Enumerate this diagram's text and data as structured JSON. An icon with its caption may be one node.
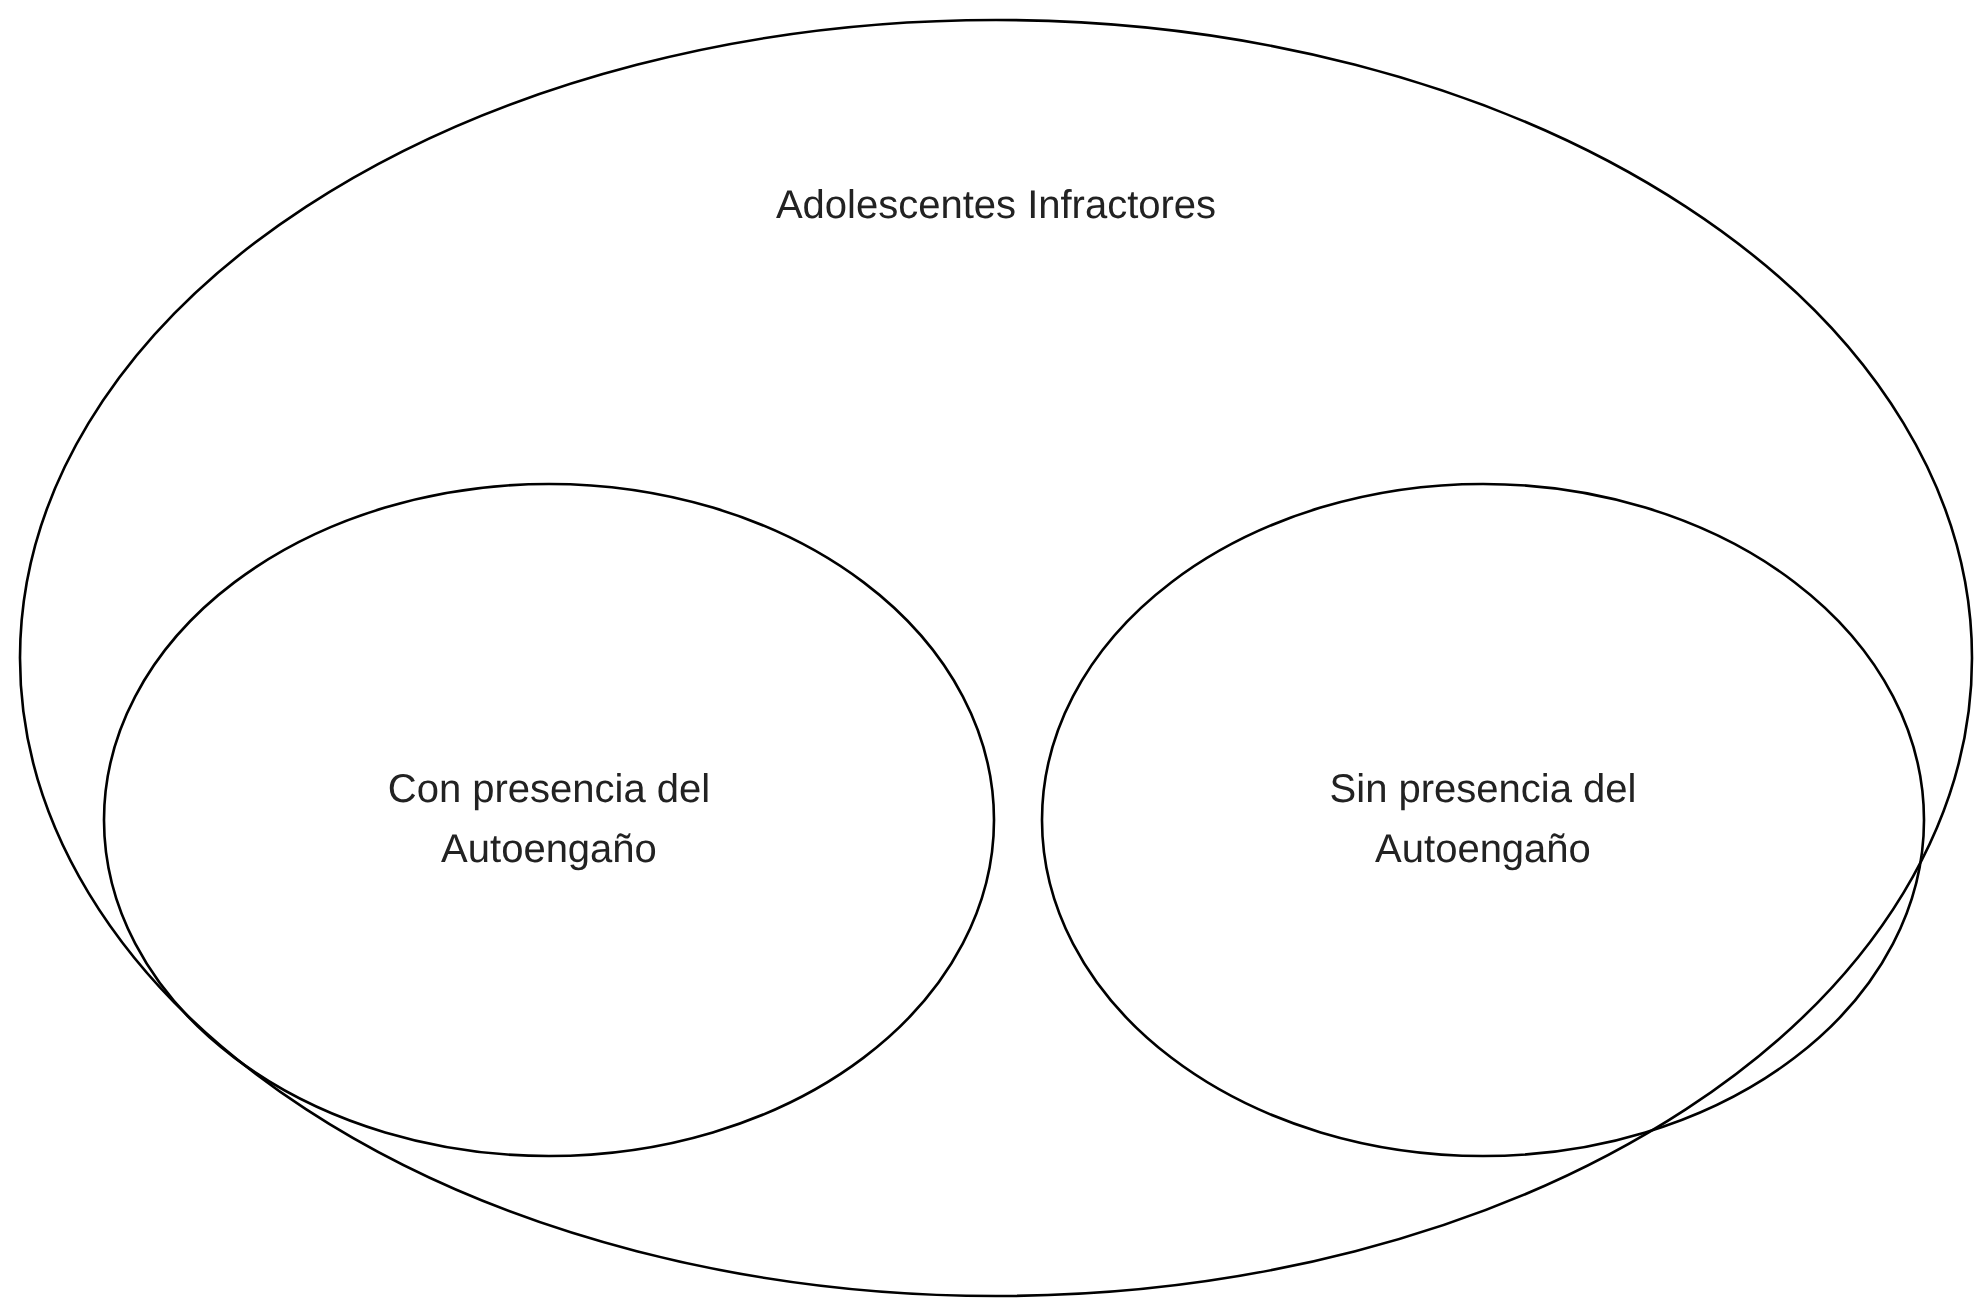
{
  "diagram": {
    "nodes": [
      {
        "text": [
          "Adolescentes Infractores"
        ]
      },
      {
        "text": [
          "Con presencia del Autoengaño"
        ],
        "in": 0
      },
      {
        "text": [
          "Sin presencia del Autoengaño"
        ],
        "in": 0
      }
    ]
  }
}
